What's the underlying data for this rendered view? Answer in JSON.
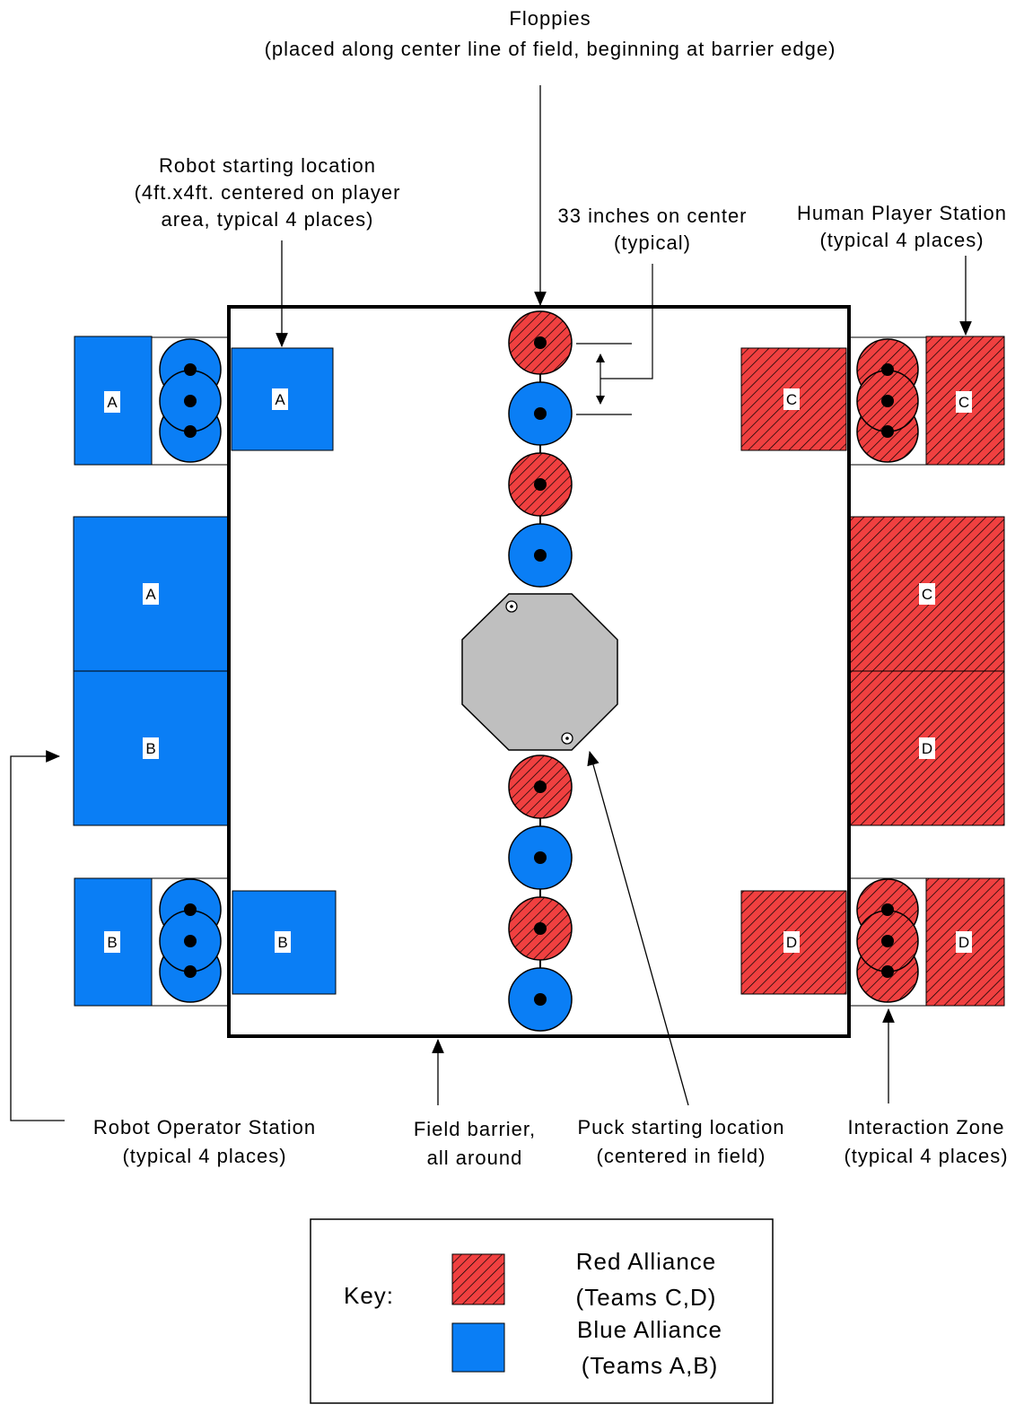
{
  "colors": {
    "red": "#F04040",
    "red_hatch": "#000000",
    "blue": "#0A7EF5",
    "puck": "#BFBFBF",
    "barrier": "#000000"
  },
  "annotations": {
    "floppies_title": "Floppies",
    "floppies_note": "(placed along center line of field, beginning at barrier edge)",
    "robot_start_line1": "Robot starting location",
    "robot_start_line2": "(4ft.x4ft. centered on player",
    "robot_start_line3": "area, typical 4 places)",
    "spacing_line1": "33 inches on center",
    "spacing_line2": "(typical)",
    "human_station_line1": "Human Player Station",
    "human_station_line2": "(typical 4 places)",
    "operator_line1": "Robot Operator Station",
    "operator_line2": "(typical 4 places)",
    "barrier_line1": "Field barrier,",
    "barrier_line2": "all around",
    "puck_line1": "Puck starting location",
    "puck_line2": "(centered in field)",
    "interaction_line1": "Interaction Zone",
    "interaction_line2": "(typical 4 places)"
  },
  "zone_labels": {
    "blue_station_top": "A",
    "blue_robot_top": "A",
    "blue_operator_top": "A",
    "blue_operator_bottom": "B",
    "blue_station_bottom": "B",
    "blue_robot_bottom": "B",
    "red_robot_top": "C",
    "red_station_top": "C",
    "red_operator_top": "C",
    "red_operator_bottom": "D",
    "red_robot_bottom": "D",
    "red_station_bottom": "D"
  },
  "floppies_top": [
    "red",
    "blue",
    "red",
    "blue"
  ],
  "floppies_bottom": [
    "red",
    "blue",
    "red",
    "blue"
  ],
  "key": {
    "title": "Key:",
    "red_line1": "Red Alliance",
    "red_line2": "(Teams C,D)",
    "blue_line1": "Blue Alliance",
    "blue_line2": "(Teams A,B)"
  }
}
